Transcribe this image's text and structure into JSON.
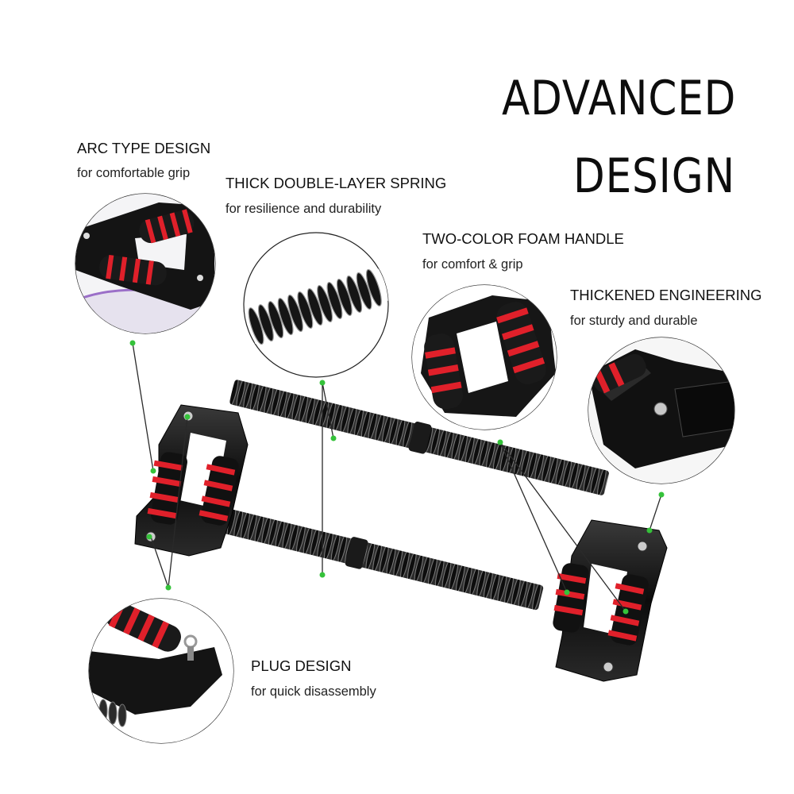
{
  "headline": {
    "line1": "ADVANCED",
    "line2": "DESIGN"
  },
  "features": [
    {
      "title": "ARC TYPE DESIGN",
      "subtitle": "for comfortable grip"
    },
    {
      "title": "THICK DOUBLE-LAYER SPRING",
      "subtitle": "for resilience and durability"
    },
    {
      "title": "TWO-COLOR FOAM HANDLE",
      "subtitle": "for comfort & grip"
    },
    {
      "title": "THICKENED ENGINEERING",
      "subtitle": "for sturdy and durable"
    },
    {
      "title": "PLUG DESIGN",
      "subtitle": "for quick disassembly"
    }
  ],
  "colors": {
    "accent_red": "#e0202a",
    "body_black": "#111111",
    "marker_green": "#35c23a",
    "background": "#ffffff"
  }
}
